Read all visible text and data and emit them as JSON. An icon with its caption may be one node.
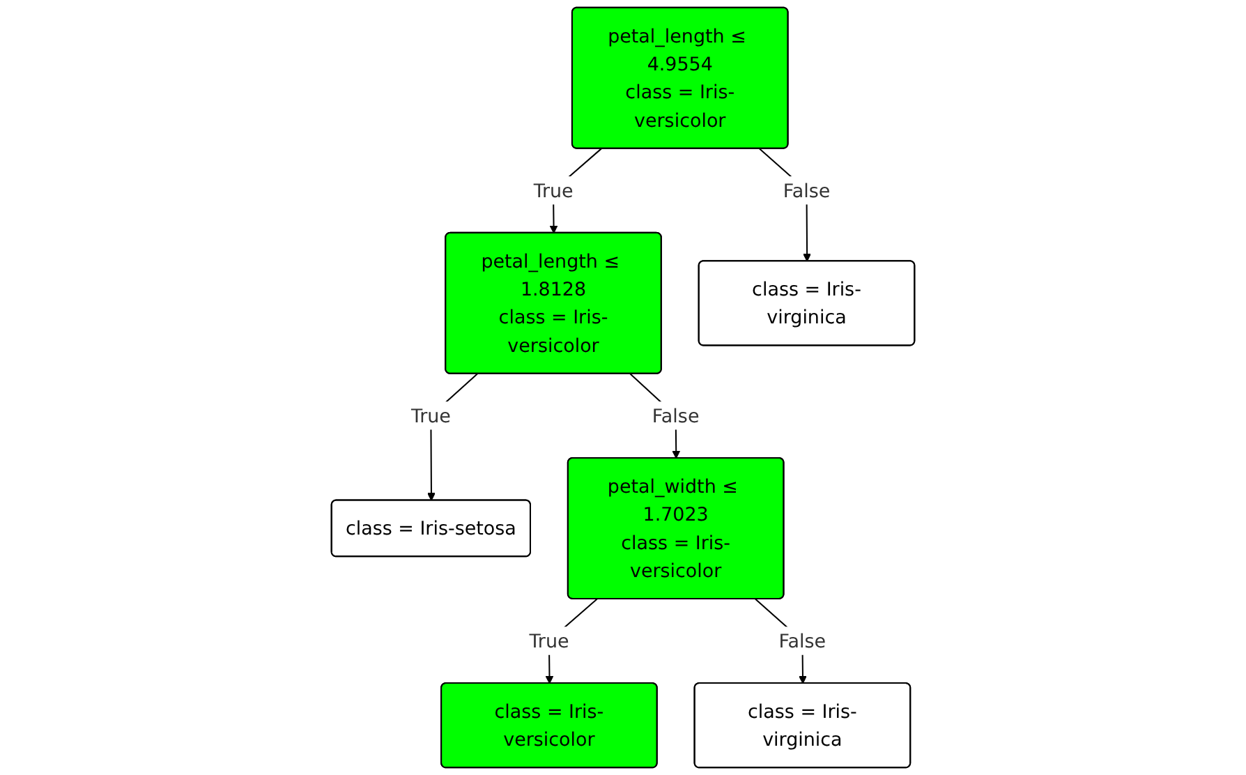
{
  "diagram": {
    "nodes": [
      {
        "text": [
          "petal_length ≤ 4.9554",
          "class = Iris-versicolor"
        ]
      },
      {
        "text": [
          "petal_length ≤ 1.8128",
          "class = Iris-versicolor"
        ]
      },
      {
        "text": [
          "class = Iris-virginica"
        ]
      },
      {
        "text": [
          "class = Iris-setosa"
        ]
      },
      {
        "text": [
          "petal_width ≤ 1.7023",
          "class = Iris-versicolor"
        ]
      },
      {
        "text": [
          "class = Iris-versicolor"
        ]
      },
      {
        "text": [
          "class = Iris-virginica"
        ]
      }
    ],
    "edges": [
      {
        "from": 0,
        "to": 1,
        "arrow": "to",
        "label": "True"
      },
      {
        "from": 0,
        "to": 2,
        "arrow": "to",
        "label": "False"
      },
      {
        "from": 1,
        "to": 3,
        "arrow": "to",
        "label": "True"
      },
      {
        "from": 1,
        "to": 4,
        "arrow": "to",
        "label": "False"
      },
      {
        "from": 4,
        "to": 5,
        "arrow": "to",
        "label": "True"
      },
      {
        "from": 4,
        "to": 6,
        "arrow": "to",
        "label": "False"
      }
    ]
  }
}
